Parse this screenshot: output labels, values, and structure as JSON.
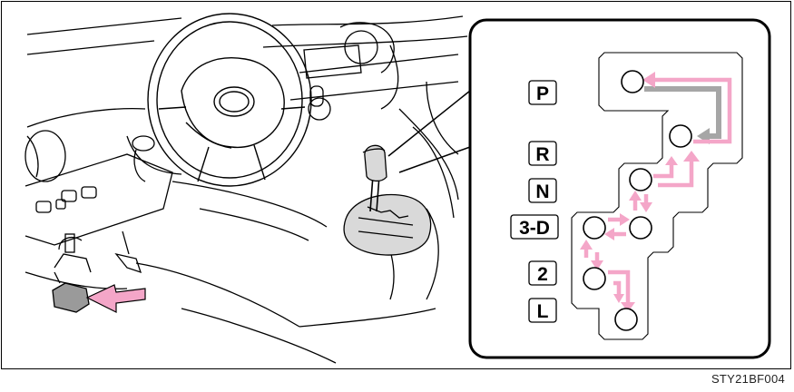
{
  "figure_id": "STY21BF004",
  "gear_labels": [
    "P",
    "R",
    "N",
    "3-D",
    "2",
    "L"
  ],
  "colors": {
    "arrow_pink": "#f4a6c8",
    "arrow_gray": "#a6a6a6",
    "shifter_fill": "#d9d9d9",
    "line": "#000000",
    "pedal_arrow": "#f4a6c8"
  },
  "icons": {
    "steering_wheel": "steering-wheel-icon",
    "shift_lever": "shift-lever-icon",
    "brake_pedal": "brake-pedal-icon"
  }
}
